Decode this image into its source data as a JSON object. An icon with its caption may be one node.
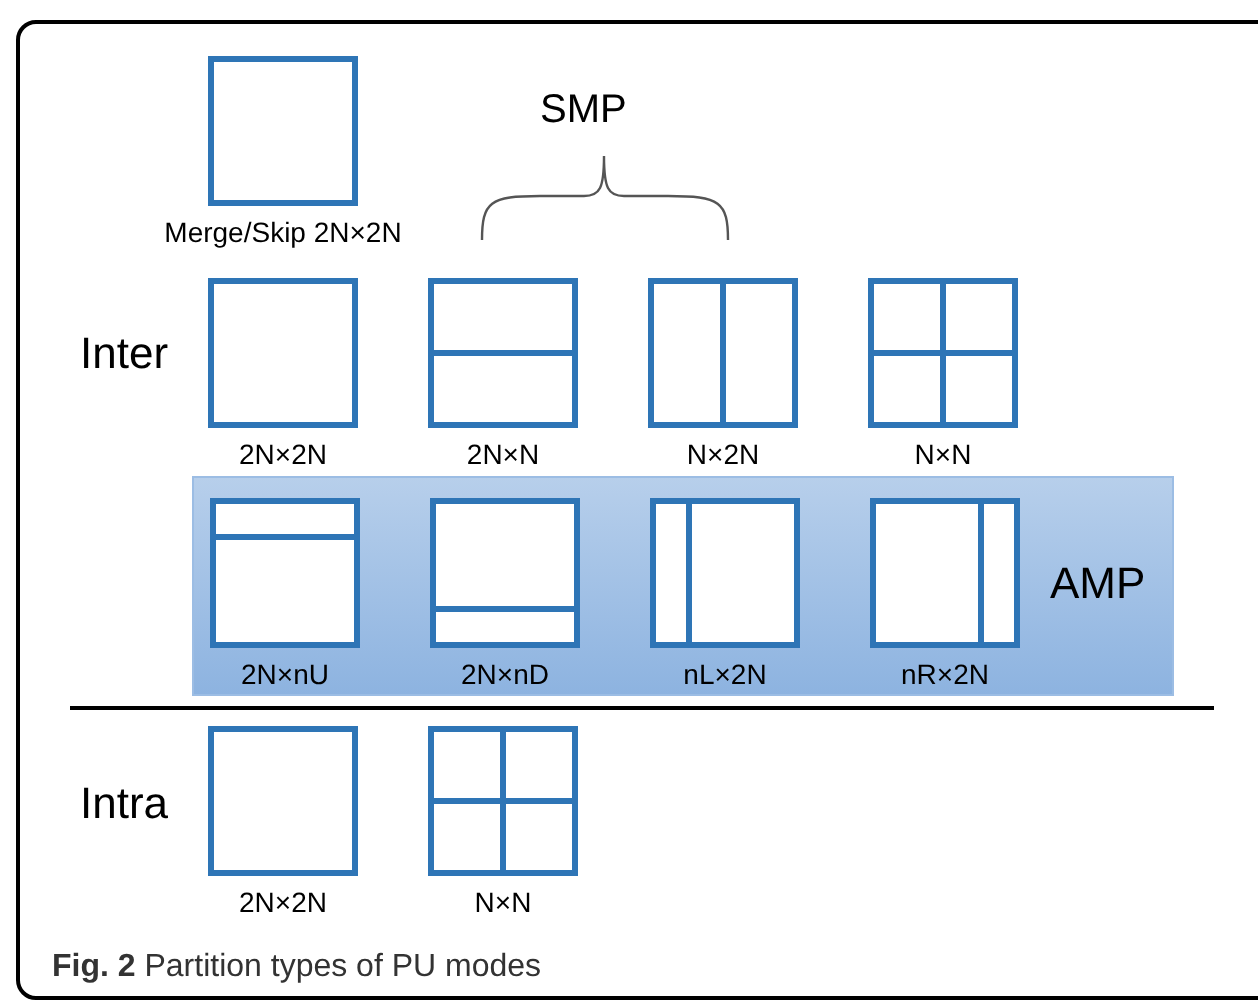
{
  "diagram": {
    "caption": "**Fig. 2** Partition types of PU modes",
    "nodes": [
      {
        "text": [],
        "shape": "box",
        "beside": [
          "Merge/Skip 2N×2N"
        ]
      },
      {
        "text": [],
        "shape": "box",
        "beside": [
          "2N×2N"
        ]
      },
      {
        "text": [],
        "shape": "box",
        "beside": [
          "2N×N"
        ]
      },
      {
        "text": [],
        "shape": "box",
        "beside": [
          "N×2N"
        ]
      },
      {
        "text": [],
        "shape": "box",
        "beside": [
          "N×N"
        ]
      },
      {
        "text": [
          "AMP"
        ]
      },
      {
        "text": [],
        "shape": "box",
        "beside": [
          "2N×nU"
        ],
        "in": 5
      },
      {
        "text": [],
        "shape": "box",
        "beside": [
          "2N×nD"
        ],
        "in": 5
      },
      {
        "text": [],
        "shape": "box",
        "beside": [
          "nL×2N"
        ],
        "in": 5
      },
      {
        "text": [],
        "shape": "box",
        "beside": [
          "nR×2N"
        ],
        "in": 5
      },
      {
        "text": [],
        "shape": "box",
        "beside": [
          "2N×2N"
        ]
      },
      {
        "text": [],
        "shape": "box",
        "beside": [
          "N×N"
        ]
      }
    ],
    "labels": [
      "SMP",
      "Inter",
      "Intra"
    ]
  }
}
